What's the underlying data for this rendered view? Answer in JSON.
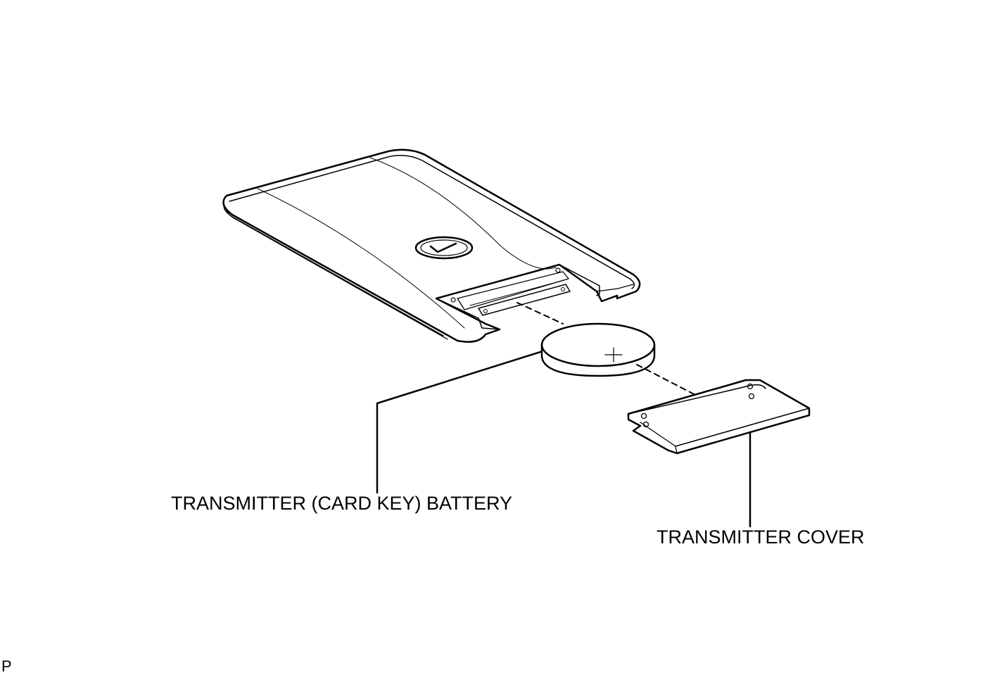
{
  "labels": {
    "battery": "TRANSMITTER (CARD KEY) BATTERY",
    "cover": "TRANSMITTER COVER",
    "corner_code": "P"
  },
  "colors": {
    "stroke": "#000000",
    "background": "#ffffff"
  }
}
